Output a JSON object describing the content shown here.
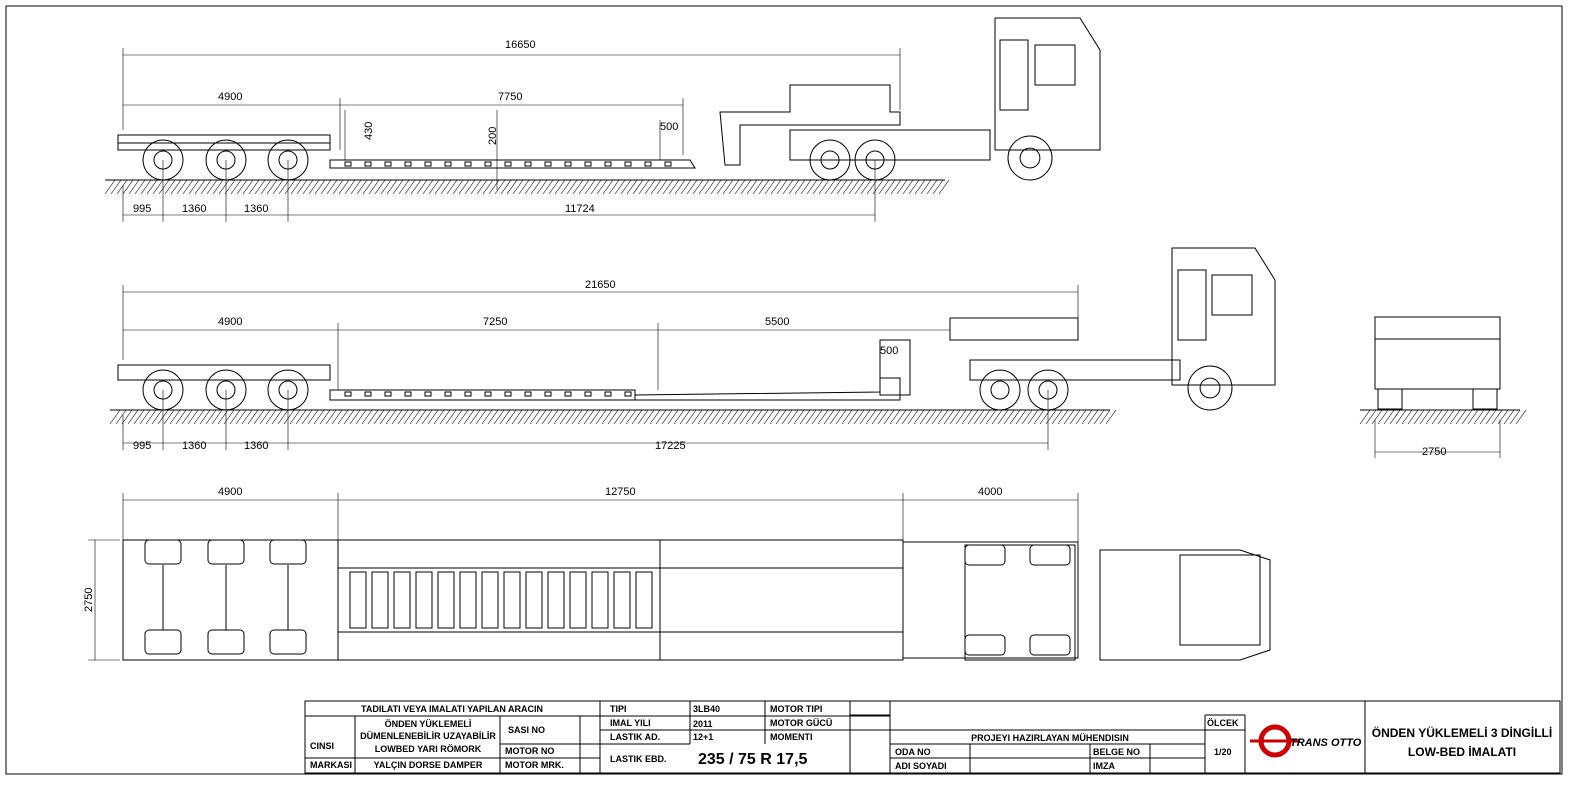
{
  "side_view_1": {
    "overall": "16650",
    "rear_section": "4900",
    "deck": "7750",
    "h_430": "430",
    "h_200": "200",
    "h_500": "500",
    "bottom": [
      "995",
      "1360",
      "1360",
      "11724"
    ]
  },
  "side_view_2": {
    "overall": "21650",
    "rear_section": "4900",
    "deck": "7250",
    "extension": "5500",
    "h_500": "500",
    "bottom": [
      "995",
      "1360",
      "1360",
      "17225"
    ],
    "rear_width": "2750"
  },
  "plan_view": {
    "rear_section": "4900",
    "middle": "12750",
    "front": "4000",
    "width": "2750"
  },
  "title_block": {
    "header": "TADILATI VEYA IMALATI YAPILAN ARACIN",
    "cinsi_label": "CINSI",
    "cinsi_line1": "ÖNDEN YÜKLEMELİ",
    "cinsi_line2": "DÜMENLENEBİLİR UZAYABİLİR",
    "cinsi_line3": "LOWBED YARI RÖMORK",
    "markasi_label": "MARKASI",
    "markasi_value": "YALÇIN DORSE DAMPER",
    "sasi_no": "SASI NO",
    "motor_no": "MOTOR NO",
    "motor_mrk": "MOTOR MRK.",
    "tipi_label": "TIPI",
    "tipi_value": "3LB40",
    "imal_label": "IMAL YILI",
    "imal_value": "2011",
    "lastik_ad_label": "LASTIK AD.",
    "lastik_ad_value": "12+1",
    "lastik_ebd_label": "LASTIK EBD.",
    "lastik_ebd_value": "235 / 75 R 17,5",
    "motor_tipi": "MOTOR TIPI",
    "motor_gucu": "MOTOR GÜCÜ",
    "momenti": "MOMENTI",
    "engineer_header": "PROJEYI HAZIRLAYAN MÜHENDISIN",
    "oda_no": "ODA NO",
    "belge_no": "BELGE NO",
    "adi_soyadi": "ADI SOYADI",
    "imza": "IMZA",
    "olcek_label": "ÖLCEK",
    "olcek_value": "1/20",
    "logo_text": "TRANS OTTO",
    "title_line1": "ÖNDEN YÜKLEMELİ 3 DİNGİLLİ",
    "title_line2": "LOW-BED İMALATI"
  }
}
